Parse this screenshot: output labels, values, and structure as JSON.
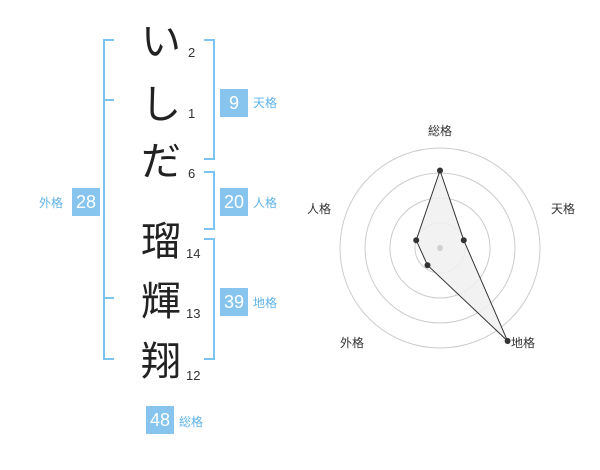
{
  "name": {
    "chars": [
      {
        "char": "い",
        "strokes": "2"
      },
      {
        "char": "し",
        "strokes": "1"
      },
      {
        "char": "だ",
        "strokes": "6"
      },
      {
        "char": "瑠",
        "strokes": "14"
      },
      {
        "char": "輝",
        "strokes": "13"
      },
      {
        "char": "翔",
        "strokes": "12"
      }
    ]
  },
  "kakusu": {
    "tenkaku": {
      "value": "9",
      "label": "天格"
    },
    "jinkaku": {
      "value": "20",
      "label": "人格"
    },
    "chikaku": {
      "value": "39",
      "label": "地格"
    },
    "gaikaku": {
      "value": "28",
      "label": "外格"
    },
    "soukaku": {
      "value": "48",
      "label": "総格"
    }
  },
  "radar": {
    "axes": [
      "総格",
      "天格",
      "地格",
      "外格",
      "人格"
    ],
    "rings": 4,
    "values": [
      3.1,
      1.0,
      4.6,
      0.85,
      1.0
    ],
    "colors": {
      "ring": "#cccccc",
      "shape": "#333333",
      "fill": "#f0f0f0",
      "point": "#333333",
      "center": "#cfcfcf"
    }
  },
  "colors": {
    "accent": "#87c5ef",
    "bracket": "#7cc4f0"
  }
}
